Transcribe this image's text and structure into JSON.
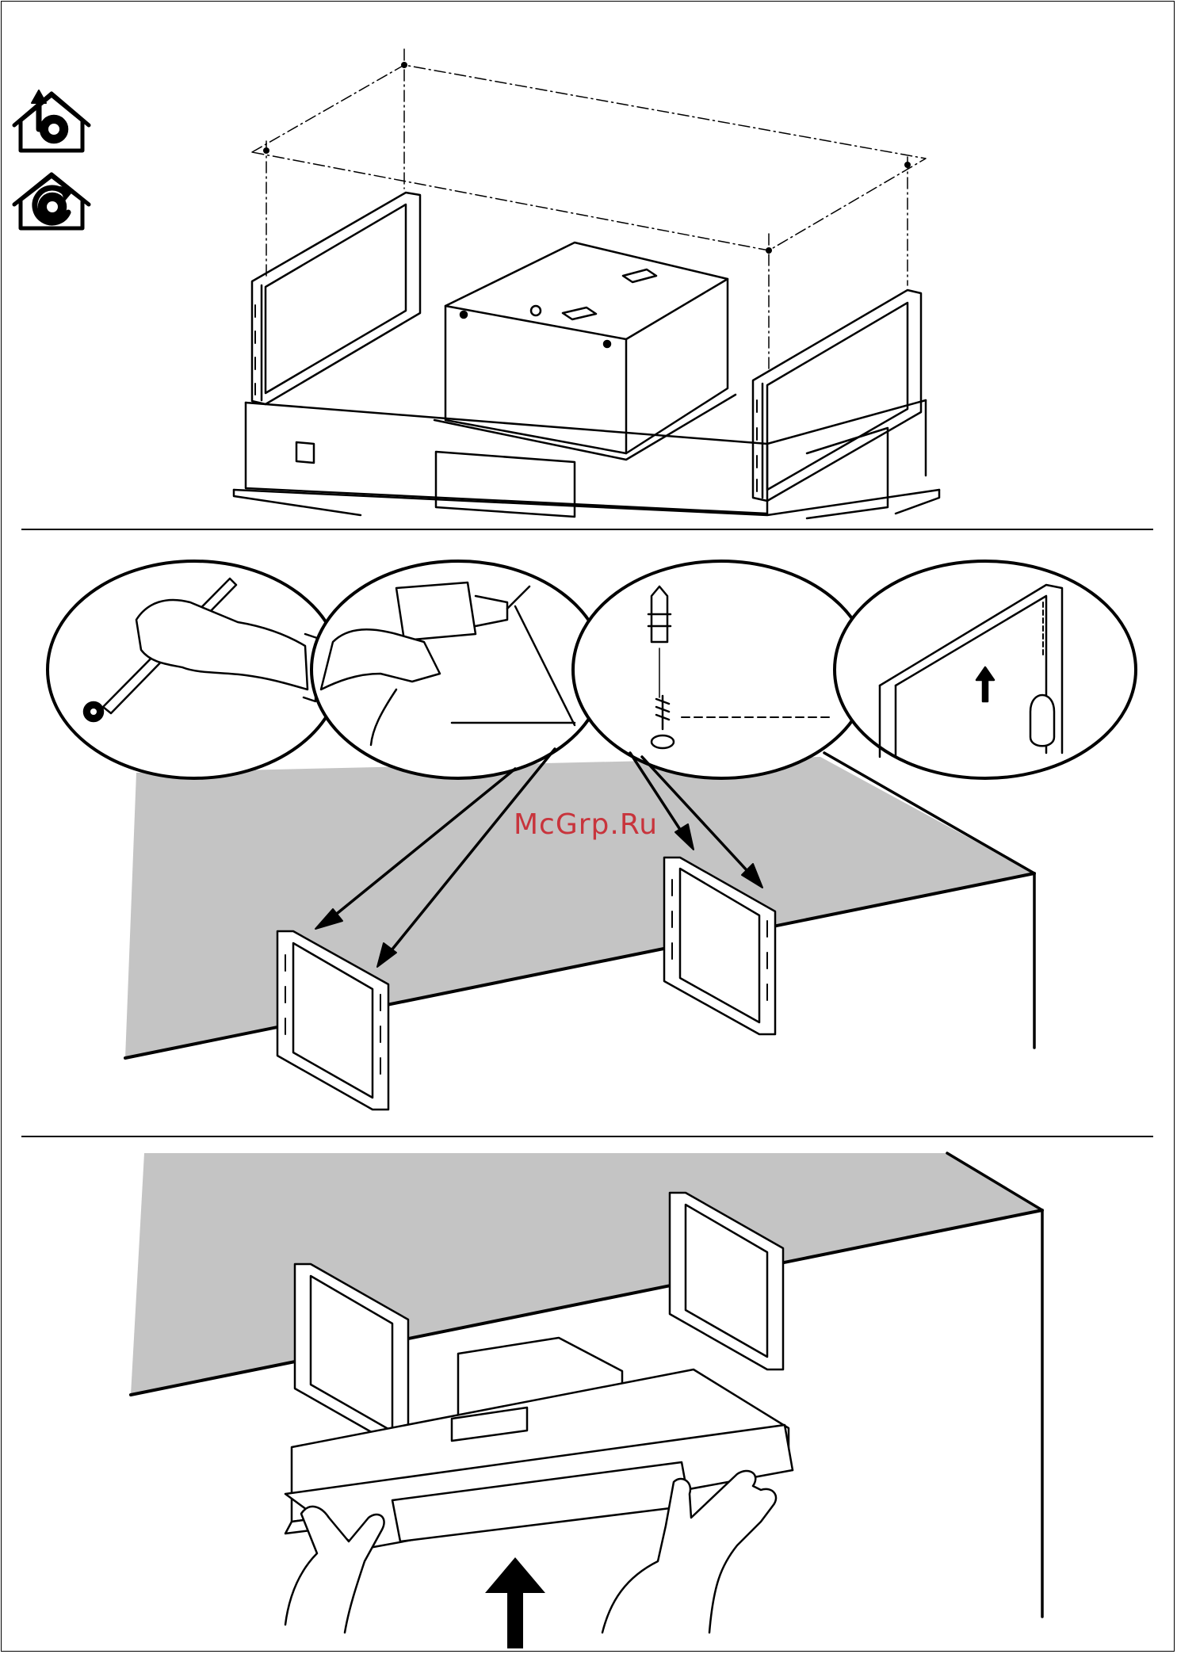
{
  "watermark": {
    "text": "McGrp.Ru",
    "color": "#c8343c"
  },
  "icons": [
    "ducted-exhaust-mode-icon",
    "recirculation-mode-icon"
  ],
  "steps": [
    {
      "name": "step-1-assembly-overview"
    },
    {
      "name": "step-2-mark-drill-fix-brackets"
    },
    {
      "name": "step-3-lift-hood-into-brackets"
    }
  ],
  "colors": {
    "ceiling": "#c4c4c4",
    "line": "#000000",
    "background": "#ffffff"
  }
}
